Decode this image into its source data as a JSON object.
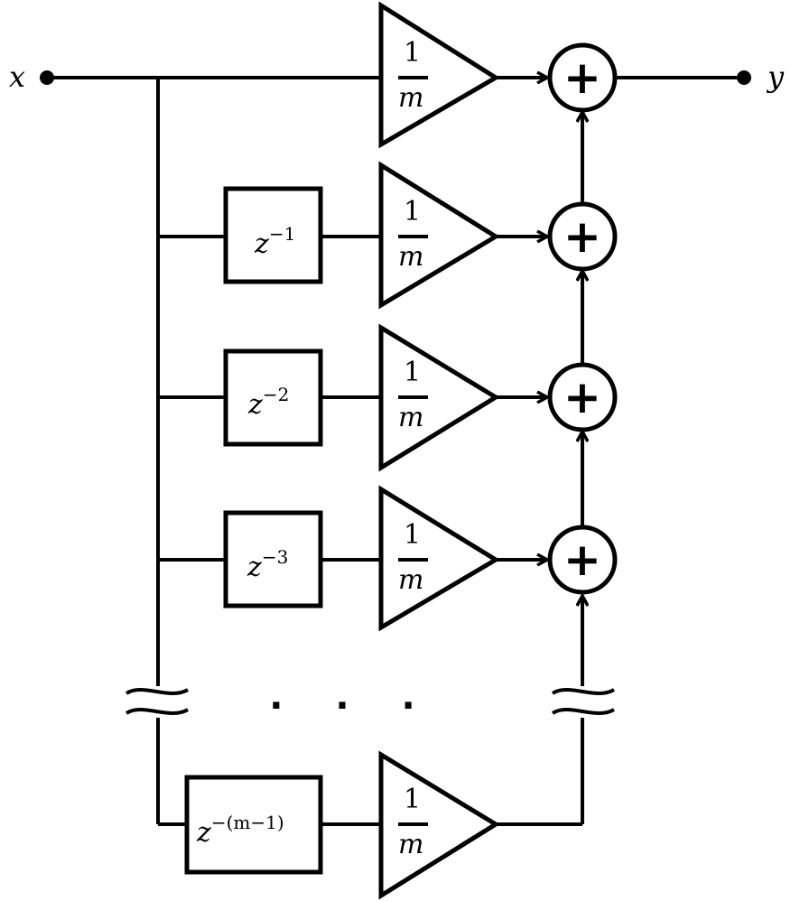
{
  "input_label": "x",
  "output_label": "y",
  "gain": {
    "numerator": "1",
    "denominator": "m"
  },
  "delay_base": "z",
  "delays": [
    {
      "exponent": "−1"
    },
    {
      "exponent": "−2"
    },
    {
      "exponent": "−3"
    },
    {
      "exponent": "−(m−1)"
    }
  ],
  "adder_symbol": "+",
  "ellipsis": ". . ."
}
